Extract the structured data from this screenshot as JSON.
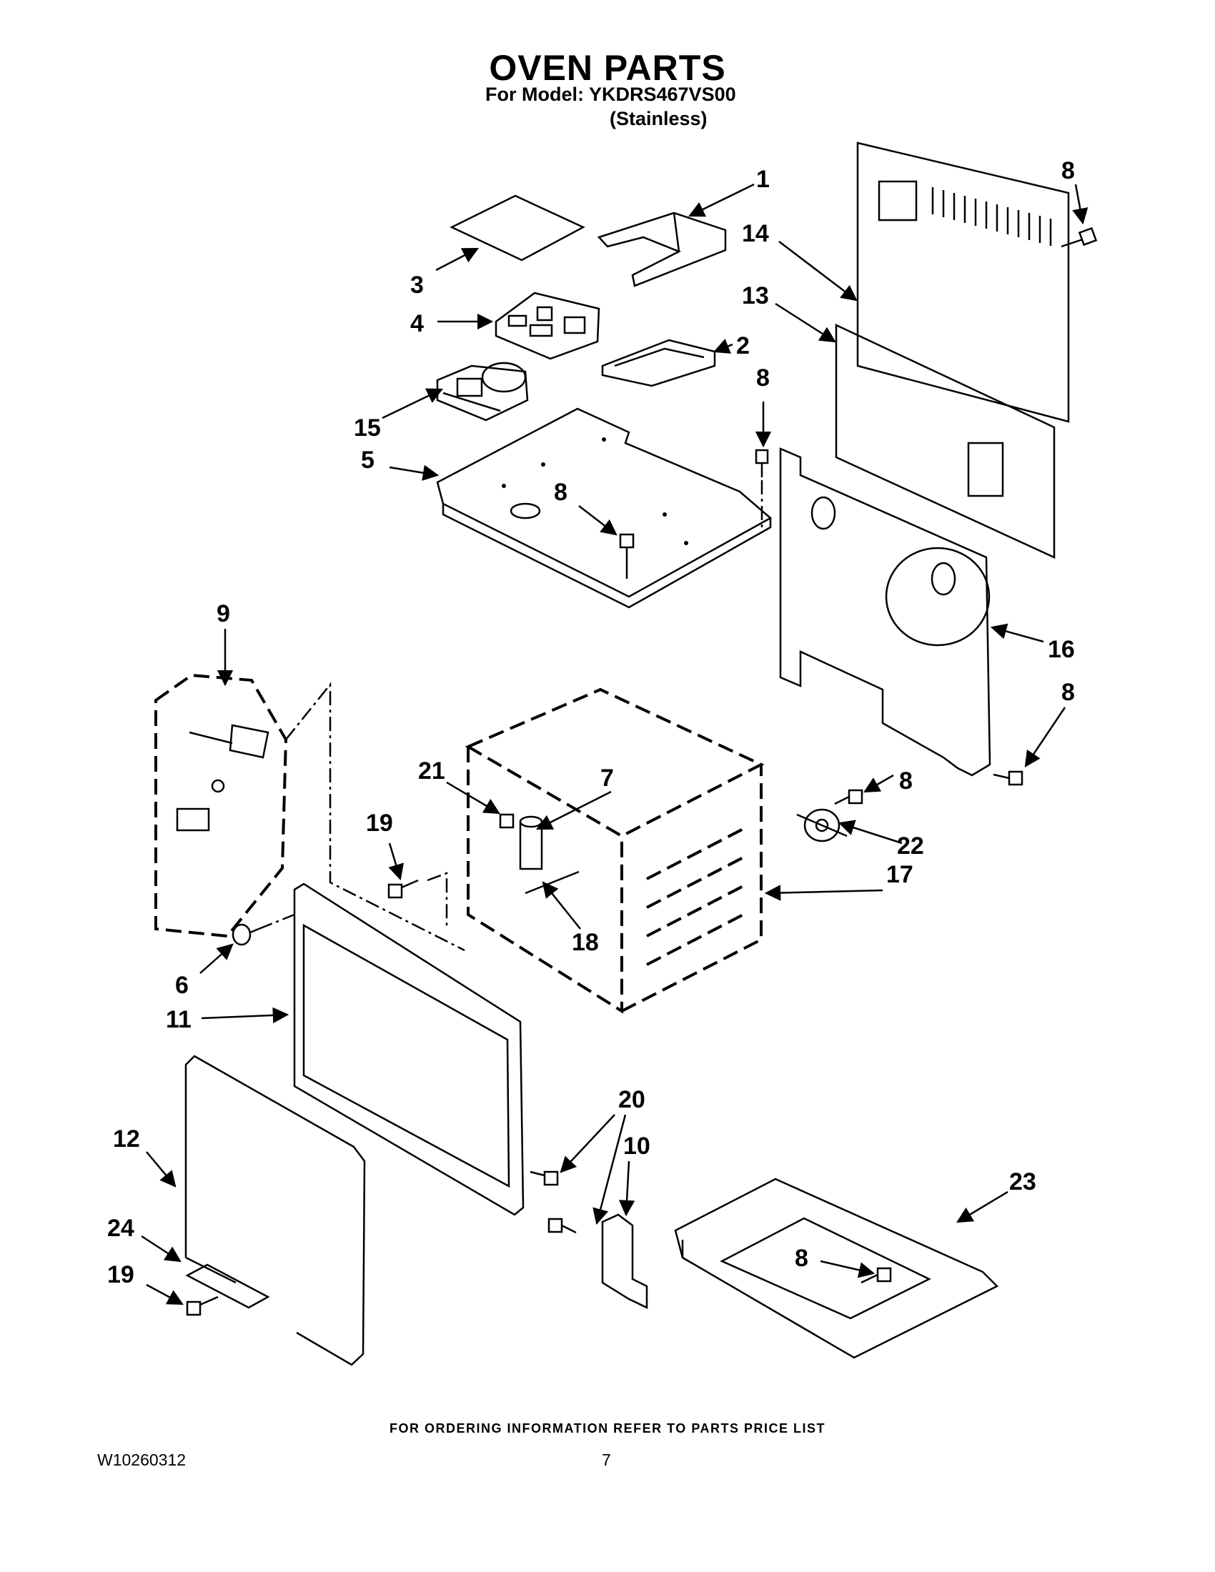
{
  "page": {
    "title": "OVEN PARTS",
    "model_line": "For Model: YKDRS467VS00",
    "finish_line": "(Stainless)",
    "ordering_note": "FOR ORDERING INFORMATION REFER TO PARTS PRICE LIST",
    "document_number": "W10260312",
    "page_number": "7"
  },
  "callouts": [
    {
      "id": "c1",
      "label": "1"
    },
    {
      "id": "c2",
      "label": "2"
    },
    {
      "id": "c3",
      "label": "3"
    },
    {
      "id": "c4",
      "label": "4"
    },
    {
      "id": "c5",
      "label": "5"
    },
    {
      "id": "c6",
      "label": "6"
    },
    {
      "id": "c7",
      "label": "7"
    },
    {
      "id": "c8a",
      "label": "8"
    },
    {
      "id": "c8b",
      "label": "8"
    },
    {
      "id": "c8c",
      "label": "8"
    },
    {
      "id": "c8d",
      "label": "8"
    },
    {
      "id": "c8e",
      "label": "8"
    },
    {
      "id": "c8f",
      "label": "8"
    },
    {
      "id": "c9",
      "label": "9"
    },
    {
      "id": "c10",
      "label": "10"
    },
    {
      "id": "c11",
      "label": "11"
    },
    {
      "id": "c12",
      "label": "12"
    },
    {
      "id": "c13",
      "label": "13"
    },
    {
      "id": "c14",
      "label": "14"
    },
    {
      "id": "c15",
      "label": "15"
    },
    {
      "id": "c16",
      "label": "16"
    },
    {
      "id": "c17",
      "label": "17"
    },
    {
      "id": "c18",
      "label": "18"
    },
    {
      "id": "c19a",
      "label": "19"
    },
    {
      "id": "c19b",
      "label": "19"
    },
    {
      "id": "c20",
      "label": "20"
    },
    {
      "id": "c21",
      "label": "21"
    },
    {
      "id": "c22",
      "label": "22"
    },
    {
      "id": "c23",
      "label": "23"
    },
    {
      "id": "c24",
      "label": "24"
    }
  ]
}
